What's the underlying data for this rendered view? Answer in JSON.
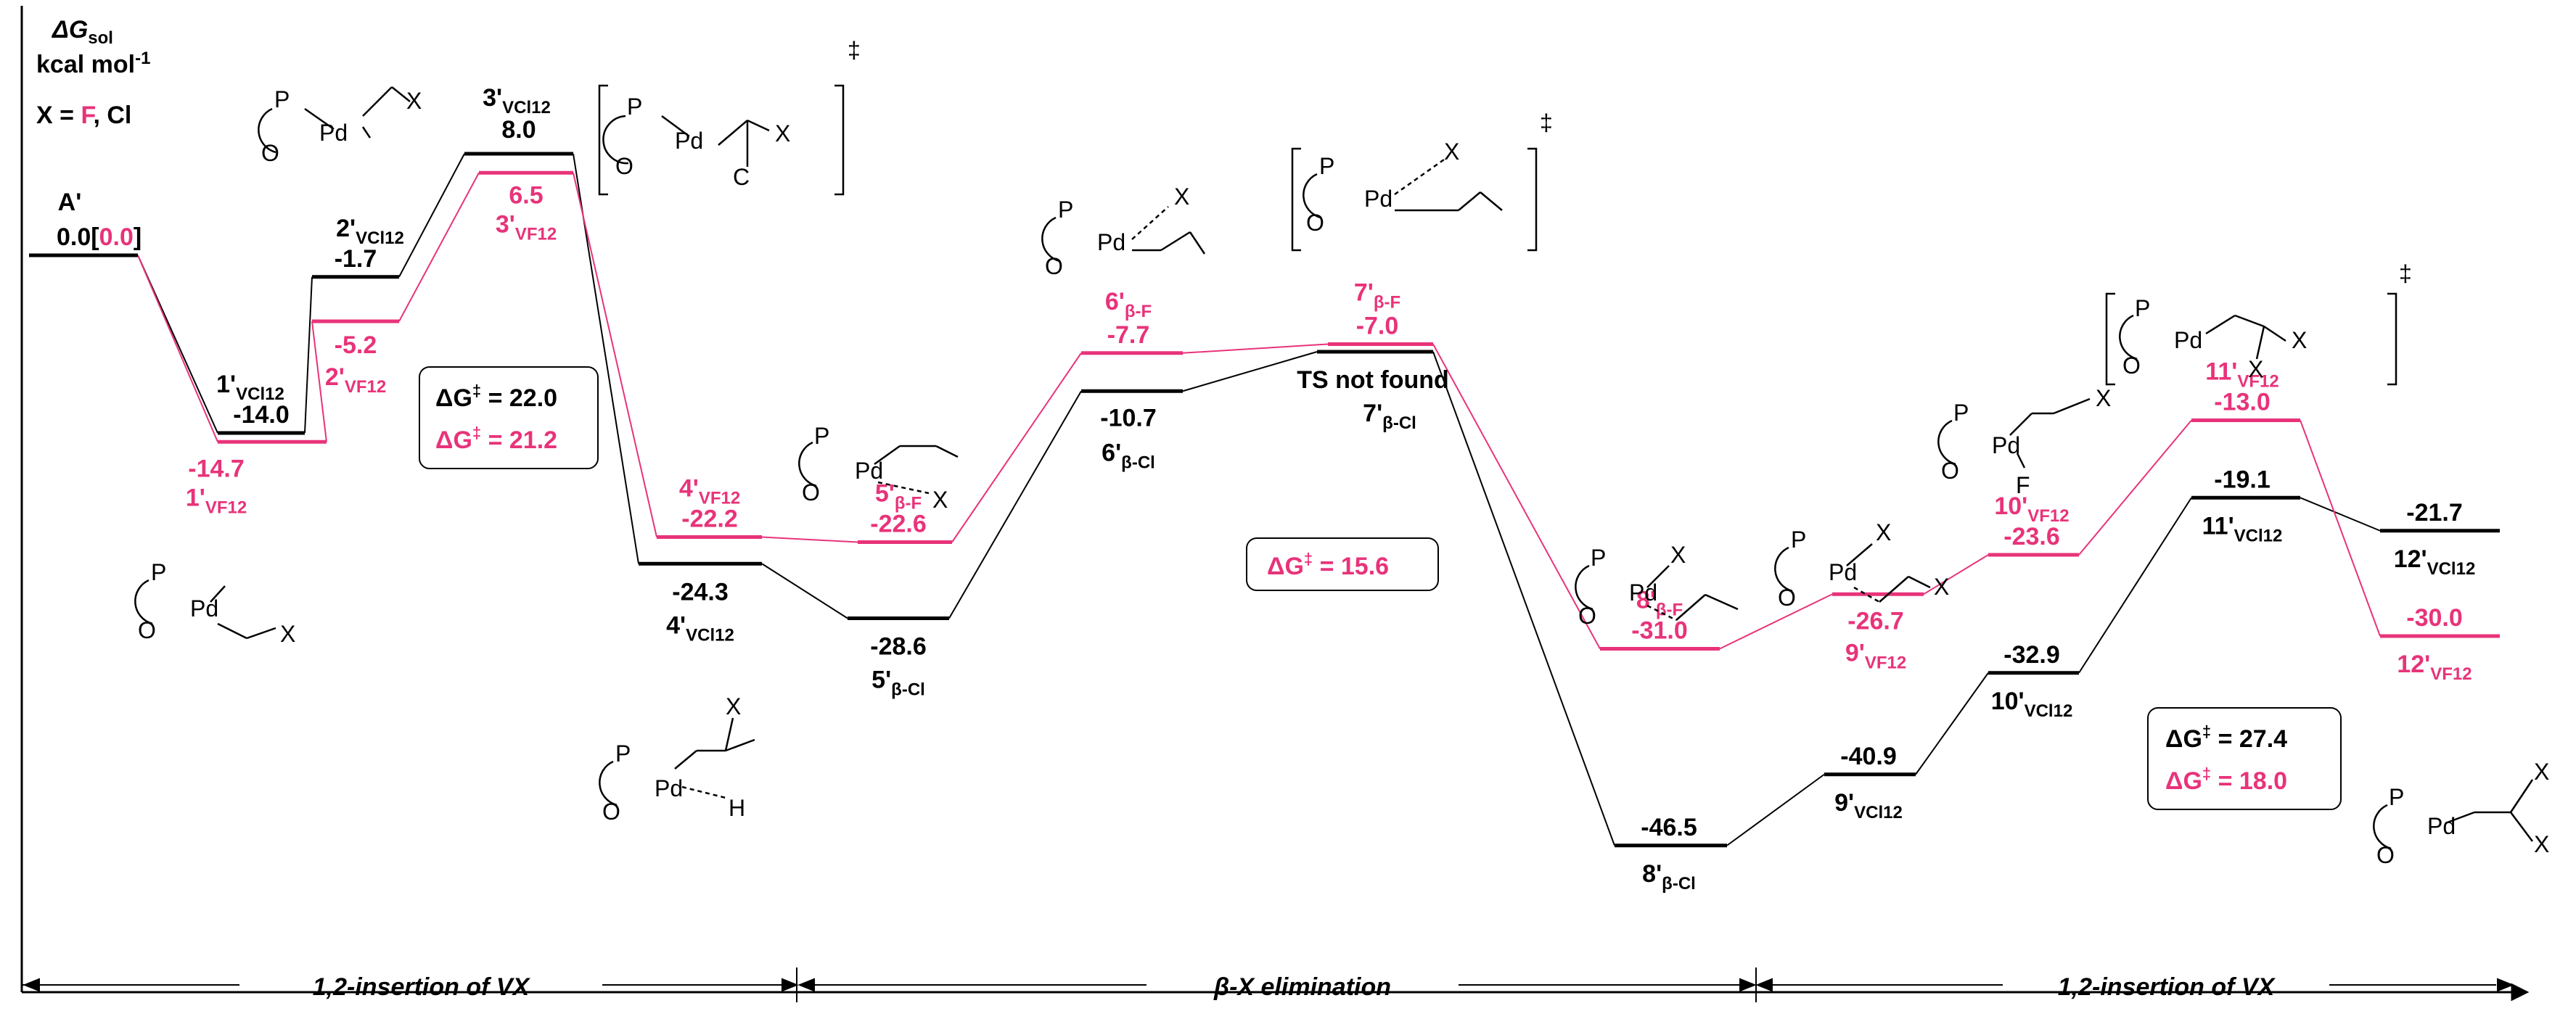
{
  "header": {
    "dg_label": "ΔG",
    "dg_sub": "sol",
    "unit_label": "kcal mol",
    "unit_exp": "-1",
    "x_prefix": "X = ",
    "x_f": "F",
    "x_sep": ", ",
    "x_cl": "Cl"
  },
  "colors": {
    "cl_path": "#000000",
    "f_path": "#e8337a",
    "axis": "#000000"
  },
  "levels": [
    {
      "id": "A",
      "name": "A'",
      "value": "0.0",
      "value_f": "0.0"
    },
    {
      "id": "1cl",
      "base": "1'",
      "sub": "VCl12",
      "value": "-14.0"
    },
    {
      "id": "1f",
      "base": "1'",
      "sub": "VF12",
      "value": "-14.7"
    },
    {
      "id": "2cl",
      "base": "2'",
      "sub": "VCl12",
      "value": "-1.7"
    },
    {
      "id": "2f",
      "base": "2'",
      "sub": "VF12",
      "value": "-5.2"
    },
    {
      "id": "3cl",
      "base": "3'",
      "sub": "VCl12",
      "value": "8.0"
    },
    {
      "id": "3f",
      "base": "3'",
      "sub": "VF12",
      "value": "6.5"
    },
    {
      "id": "4cl",
      "base": "4'",
      "sub": "VCl12",
      "value": "-24.3"
    },
    {
      "id": "4f",
      "base": "4'",
      "sub": "VF12",
      "value": "-22.2"
    },
    {
      "id": "5cl",
      "base": "5'",
      "sub": "β-Cl",
      "value": "-28.6"
    },
    {
      "id": "5f",
      "base": "5'",
      "sub": "β-F",
      "value": "-22.6"
    },
    {
      "id": "6cl",
      "base": "6'",
      "sub": "β-Cl",
      "value": "-10.7"
    },
    {
      "id": "6f",
      "base": "6'",
      "sub": "β-F",
      "value": "-7.7"
    },
    {
      "id": "7cl",
      "base": "7'",
      "sub": "β-Cl",
      "value": "TS not found"
    },
    {
      "id": "7f",
      "base": "7'",
      "sub": "β-F",
      "value": "-7.0"
    },
    {
      "id": "8cl",
      "base": "8'",
      "sub": "β-Cl",
      "value": "-46.5"
    },
    {
      "id": "8f",
      "base": "8'",
      "sub": "β-F",
      "value": "-31.0"
    },
    {
      "id": "9cl",
      "base": "9'",
      "sub": "VCl12",
      "value": "-40.9"
    },
    {
      "id": "9f",
      "base": "9'",
      "sub": "VF12",
      "value": "-26.7"
    },
    {
      "id": "10cl",
      "base": "10'",
      "sub": "VCl12",
      "value": "-32.9"
    },
    {
      "id": "10f",
      "base": "10'",
      "sub": "VF12",
      "value": "-23.6"
    },
    {
      "id": "11cl",
      "base": "11'",
      "sub": "VCl12",
      "value": "-19.1"
    },
    {
      "id": "11f",
      "base": "11'",
      "sub": "VF12",
      "value": "-13.0"
    },
    {
      "id": "12cl",
      "base": "12'",
      "sub": "VCl12",
      "value": "-21.7"
    },
    {
      "id": "12f",
      "base": "12'",
      "sub": "VF12",
      "value": "-30.0"
    }
  ],
  "barriers": [
    {
      "id": "b1",
      "black": "22.0",
      "pink": "21.2"
    },
    {
      "id": "b2",
      "pink": "15.6"
    },
    {
      "id": "b3",
      "black": "27.4",
      "pink": "18.0"
    }
  ],
  "barrier_prefix": "ΔG",
  "barrier_sup": "‡",
  "barrier_eq": " = ",
  "phases": [
    "1,2-insertion of VX",
    "β-X elimination",
    "1,2-insertion of VX"
  ],
  "chem": {
    "P": "P",
    "O": "O",
    "Pd": "Pd",
    "X": "X",
    "C": "C",
    "H": "H",
    "F": "F",
    "dagger": "‡"
  }
}
